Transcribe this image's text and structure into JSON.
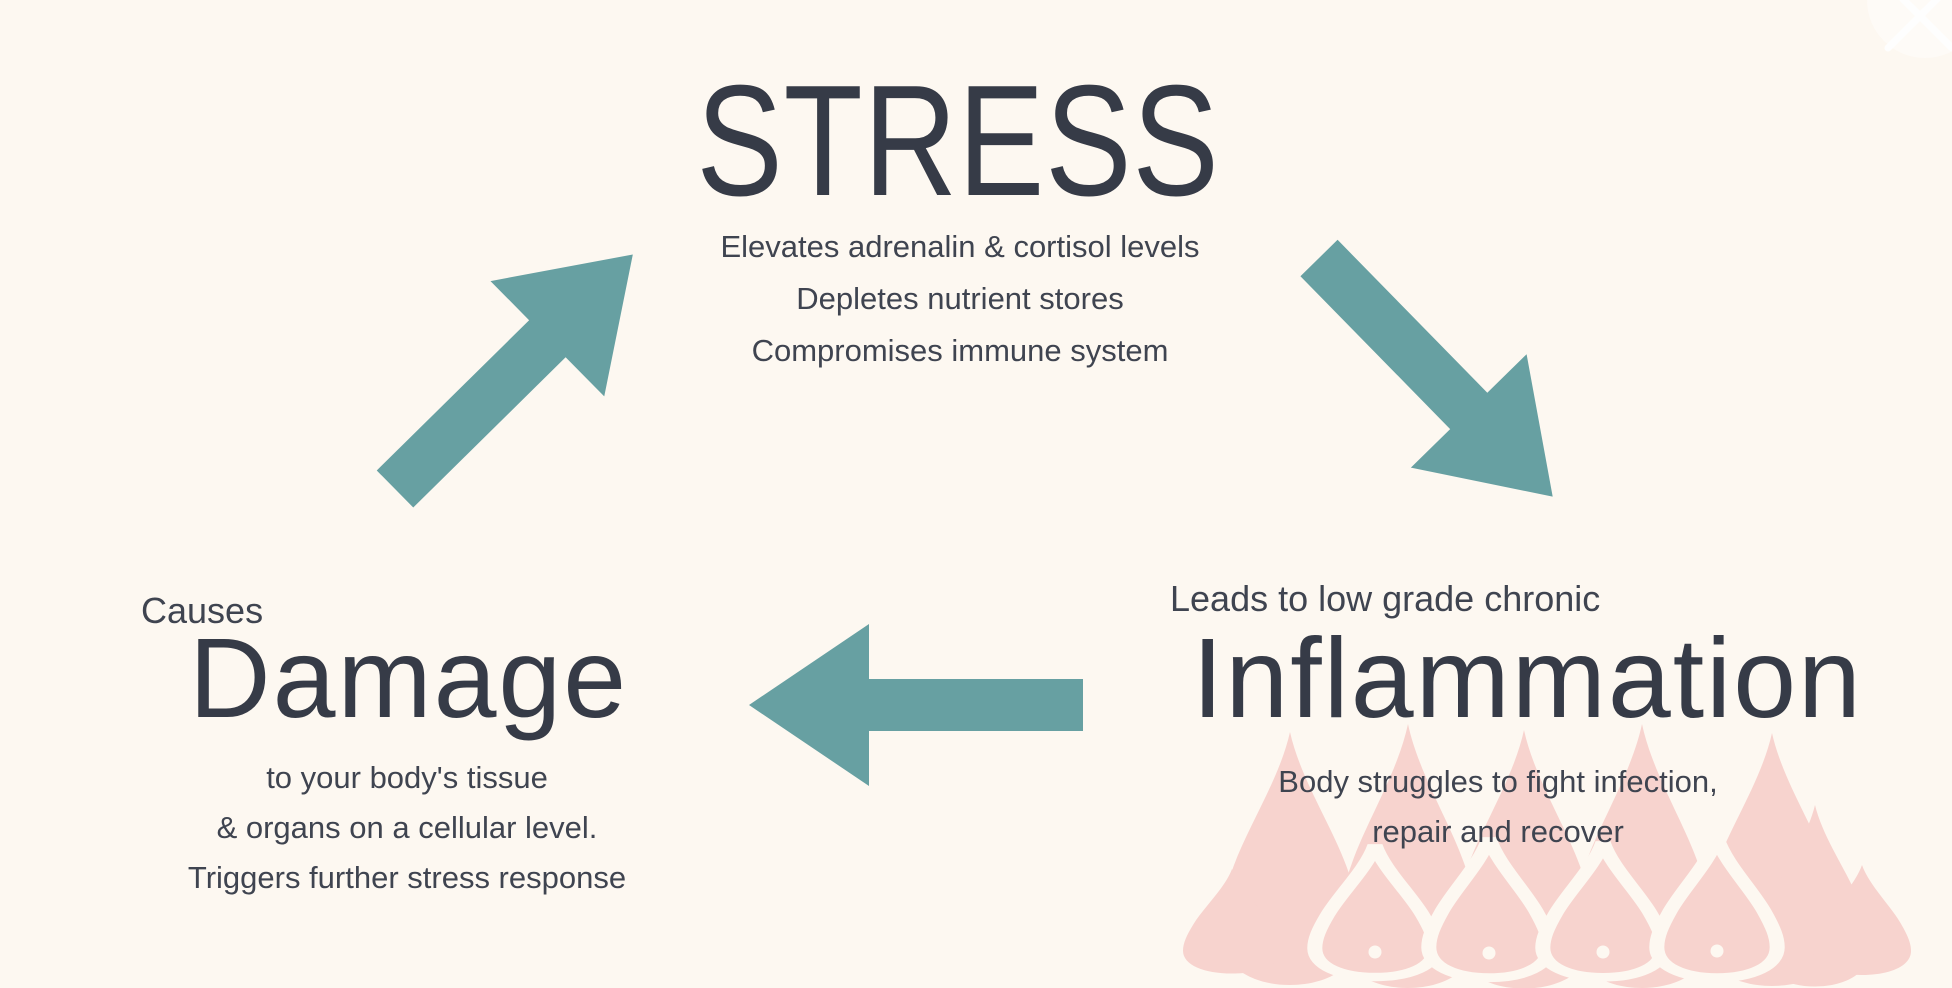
{
  "theme": {
    "bg": "#fdf8f1",
    "title_color": "#363b47",
    "body_color": "#3f4450",
    "arrow_color": "#67a0a2",
    "flame_color": "#f7d3ce",
    "close_color": "#ffffff"
  },
  "stress": {
    "title": "STRESS",
    "lines": [
      "Elevates adrenalin & cortisol levels",
      "Depletes nutrient stores",
      "Compromises immune system"
    ]
  },
  "inflammation": {
    "lead_in": "Leads to low grade chronic",
    "title": "Inflammation",
    "lines": [
      "Body struggles to fight infection,",
      "repair and recover"
    ]
  },
  "damage": {
    "lead_in": "Causes",
    "title": "Damage",
    "lines": [
      "to your body's tissue",
      "& organs on a cellular level.",
      "Triggers further stress response"
    ]
  },
  "icons": {
    "arrows": [
      "arrow-damage-to-stress",
      "arrow-stress-to-inflammation",
      "arrow-inflammation-to-damage"
    ],
    "flames": "inflammation-flames-icon",
    "close": "close-x-icon"
  }
}
